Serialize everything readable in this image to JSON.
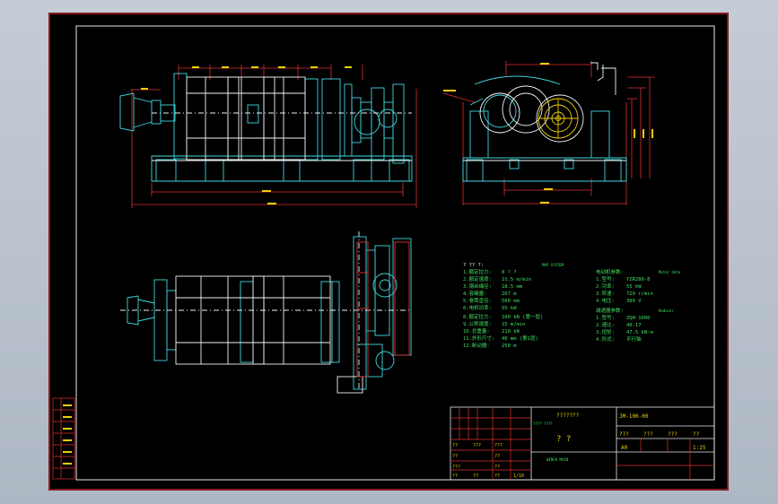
{
  "drawing": {
    "spec_heading": "? ?? ?:",
    "spec_heading_right": "MAP SYSTEM",
    "spec_lines": [
      "1.额定拉力:",
      "2.额定速度:",
      "3.钢丝绳径:",
      "4.容绳量:",
      "5.卷筒直径:",
      "6.电机功率:"
    ],
    "spec_values": [
      "8 ? ?",
      "21.5 m/min",
      "18.5 mm",
      "267 m",
      "560 mm",
      "55 kW"
    ],
    "spec_lines_b": [
      "8.额定拉力:",
      "9.公称速度:",
      "10.总重量:",
      "11.外形尺寸:",
      "12.制动器:"
    ],
    "spec_values_b": [
      "100 kN (第一层)",
      "15 m/min",
      "210 kN",
      "40 mm (第1层)",
      "250 m"
    ],
    "motor_heading": "电动机参数:",
    "motor_heading_tag": "Motor data",
    "motor_lines": [
      "1.型号:",
      "2.功率:",
      "3.转速:",
      "4.电压:"
    ],
    "motor_values": [
      "YZR280-8",
      "55 kW",
      "720 r/min",
      "380 V"
    ],
    "gear_heading": "减速器参数:",
    "gear_heading_tag": "Reducer",
    "gear_lines": [
      "1.型号:",
      "2.速比:",
      "3.扭矩:",
      "4.形式:"
    ],
    "gear_values": [
      "ZQH-1000",
      "40.17",
      "47.5 kN·m",
      "平行轴"
    ],
    "title_block": {
      "company": "???????",
      "subtitle": "???? ????",
      "drawing_no": "JM-100-00",
      "name_cn": "? ?",
      "name_en": "WINCH MAIN",
      "scale_label": "???",
      "weight_label": "???",
      "ratio_label": "???",
      "sheet_label": "??",
      "scale_value": "1:25",
      "sheet_value": "A0",
      "left_cells": [
        "??",
        "???",
        "???",
        "??",
        "??",
        "???",
        "??",
        "??",
        "??",
        "??"
      ],
      "page_marker": "1/10"
    }
  }
}
